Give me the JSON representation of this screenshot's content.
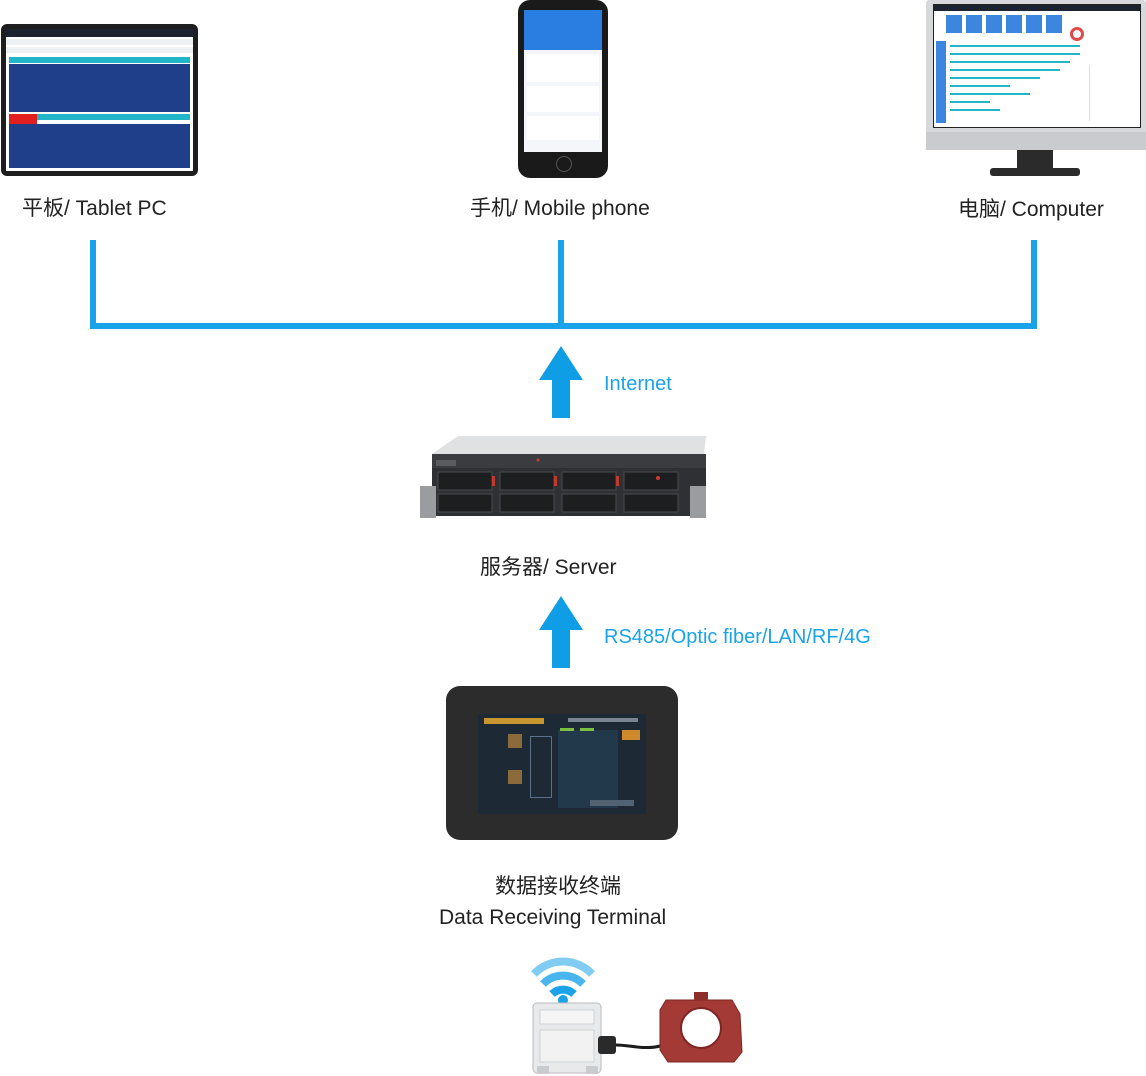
{
  "labels": {
    "tablet": "平板/ Tablet PC",
    "phone": "手机/ Mobile phone",
    "computer": "电脑/ Computer",
    "internet": "Internet",
    "server": "服务器/ Server",
    "protocols": "RS485/Optic fiber/LAN/RF/4G",
    "terminal_cn": "数据接收终端",
    "terminal_en": "Data Receiving Terminal"
  },
  "colors": {
    "connector": "#1aa3e8",
    "arrow": "#0f9ee6",
    "wifi": "#1aa3e8",
    "sensor_ring": "#a33a36"
  }
}
